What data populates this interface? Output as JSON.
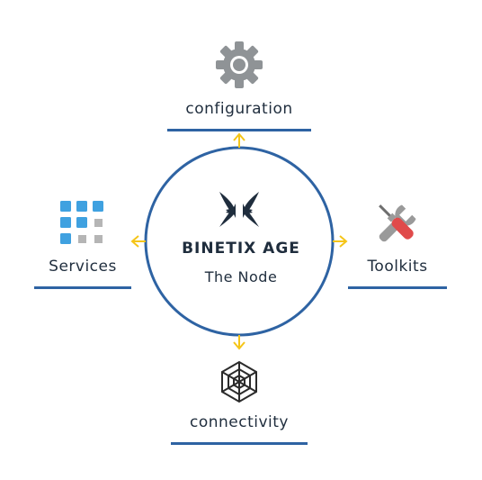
{
  "center": {
    "title": "BINETIX AGE",
    "subtitle": "The Node"
  },
  "nodes": {
    "top": {
      "label": "configuration",
      "icon": "gear-icon"
    },
    "left": {
      "label": "Services",
      "icon": "grid-icon"
    },
    "right": {
      "label": "Toolkits",
      "icon": "tools-icon"
    },
    "bottom": {
      "label": "connectivity",
      "icon": "web-icon"
    }
  },
  "colors": {
    "circle": "#2e63a3",
    "arrow": "#f5c518",
    "underline": "#2e63a3"
  }
}
